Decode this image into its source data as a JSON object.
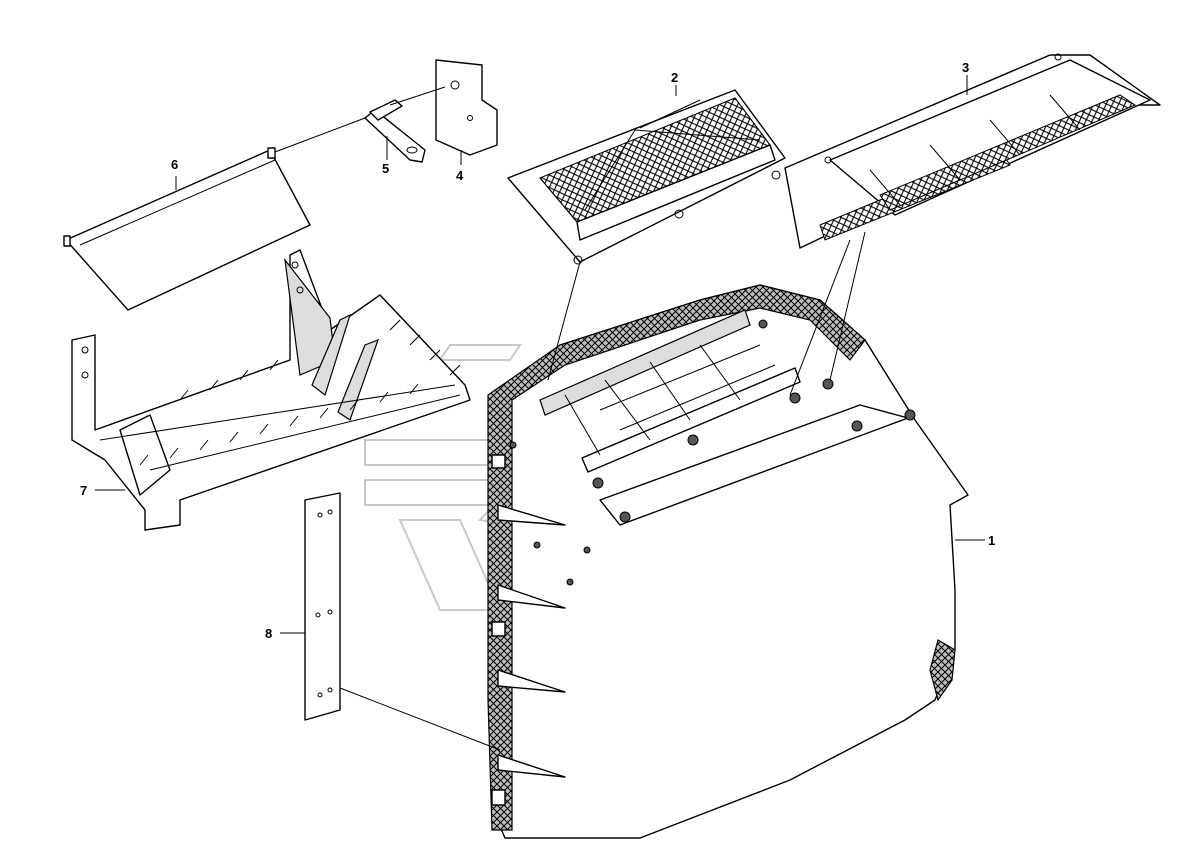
{
  "callouts": [
    {
      "id": "part-1",
      "label": "1"
    },
    {
      "id": "part-2",
      "label": "2"
    },
    {
      "id": "part-3",
      "label": "3"
    },
    {
      "id": "part-4",
      "label": "4"
    },
    {
      "id": "part-5",
      "label": "5"
    },
    {
      "id": "part-6",
      "label": "6"
    },
    {
      "id": "part-7",
      "label": "7"
    },
    {
      "id": "part-8",
      "label": "8"
    }
  ],
  "colors": {
    "line": "#000000",
    "background": "#ffffff",
    "watermark": "#c8c8c8"
  }
}
